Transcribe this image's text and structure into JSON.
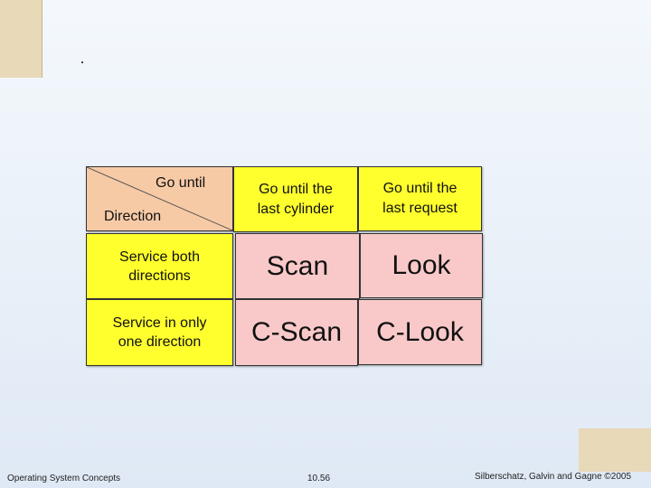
{
  "table": {
    "corner_top": "Go until",
    "corner_bottom": "Direction",
    "col1": "Go until the last cylinder",
    "col2": "Go until the last request",
    "row1": "Service both directions",
    "row2": "Service in only one direction",
    "r1c1": "Scan",
    "r1c2": "Look",
    "r2c1": "C-Scan",
    "r2c2": "C-Look"
  },
  "footer": {
    "left": "Operating System Concepts",
    "center": "10.56",
    "right": "Silberschatz, Galvin and Gagne ©2005"
  },
  "colors": {
    "header_yellow": "#ffff2e",
    "cell_pink": "#f9c9c9",
    "corner_peach": "#f7caa6"
  }
}
